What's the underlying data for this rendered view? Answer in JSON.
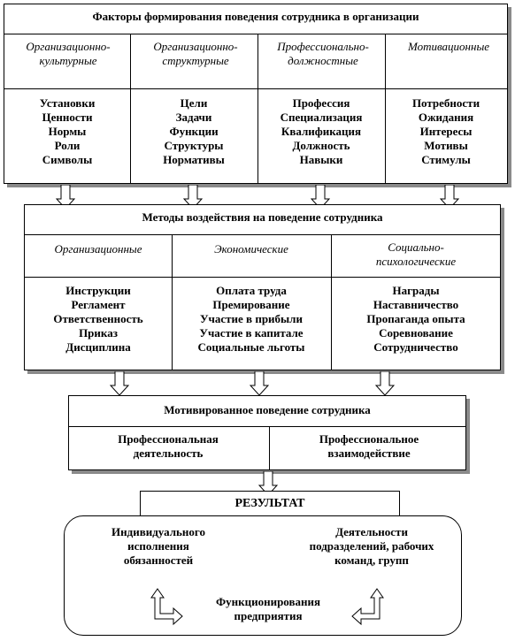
{
  "section1": {
    "title": "Факторы формирования поведения сотрудника в организации",
    "columns": [
      {
        "heading": "Организационно-культурные",
        "items": [
          "Установки",
          "Ценности",
          "Нормы",
          "Роли",
          "Символы"
        ]
      },
      {
        "heading": "Организационно-структурные",
        "items": [
          "Цели",
          "Задачи",
          "Функции",
          "Структуры",
          "Нормативы"
        ]
      },
      {
        "heading": "Профессионально-должностные",
        "items": [
          "Профессия",
          "Специализация",
          "Квалификация",
          "Должность",
          "Навыки"
        ]
      },
      {
        "heading": "Мотивационные",
        "items": [
          "Потребности",
          "Ожидания",
          "Интересы",
          "Мотивы",
          "Стимулы"
        ]
      }
    ]
  },
  "section2": {
    "title": "Методы воздействия на поведение сотрудника",
    "columns": [
      {
        "heading": "Организационные",
        "items": [
          "Инструкции",
          "Регламент",
          "Ответственность",
          "Приказ",
          "Дисциплина"
        ]
      },
      {
        "heading": "Экономические",
        "items": [
          "Оплата труда",
          "Премирование",
          "Участие в прибыли",
          "Участие в капитале",
          "Социальные льготы"
        ]
      },
      {
        "heading": "Социально-психологические",
        "items": [
          "Награды",
          "Наставничество",
          "Пропаганда опыта",
          "Соревнование",
          "Сотрудничество"
        ]
      }
    ]
  },
  "section3": {
    "title": "Мотивированное поведение сотрудника",
    "columns": [
      "Профессиональная деятельность",
      "Профессиональное взаимодействие"
    ]
  },
  "result": {
    "title": "РЕЗУЛЬТАТ",
    "left": "Индивидуального исполнения обязанностей",
    "right": "Деятельности подразделений, рабочих команд, групп",
    "center": "Функционирования предприятия"
  }
}
